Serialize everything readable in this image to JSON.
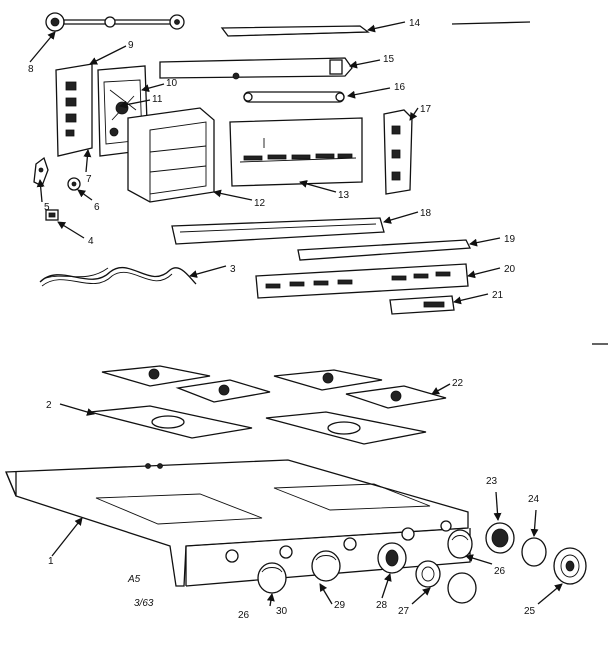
{
  "callouts": [
    {
      "id": "c1",
      "text": "1"
    },
    {
      "id": "c2",
      "text": "2"
    },
    {
      "id": "c3",
      "text": "3"
    },
    {
      "id": "c4",
      "text": "4"
    },
    {
      "id": "c5",
      "text": "5"
    },
    {
      "id": "c6",
      "text": "6"
    },
    {
      "id": "c7",
      "text": "7"
    },
    {
      "id": "c8",
      "text": "8"
    },
    {
      "id": "c9",
      "text": "9"
    },
    {
      "id": "c10",
      "text": "10"
    },
    {
      "id": "c11",
      "text": "11"
    },
    {
      "id": "c12",
      "text": "12"
    },
    {
      "id": "c13",
      "text": "13"
    },
    {
      "id": "c14",
      "text": "14"
    },
    {
      "id": "c15",
      "text": "15"
    },
    {
      "id": "c16",
      "text": "16"
    },
    {
      "id": "c17",
      "text": "17"
    },
    {
      "id": "c18",
      "text": "18"
    },
    {
      "id": "c19",
      "text": "19"
    },
    {
      "id": "c20",
      "text": "20"
    },
    {
      "id": "c21",
      "text": "21"
    },
    {
      "id": "c22",
      "text": "22"
    },
    {
      "id": "c23",
      "text": "23"
    },
    {
      "id": "c24",
      "text": "24"
    },
    {
      "id": "c25",
      "text": "25"
    },
    {
      "id": "c26a",
      "text": "26"
    },
    {
      "id": "c26b",
      "text": "26"
    },
    {
      "id": "c27",
      "text": "27"
    },
    {
      "id": "c28",
      "text": "28"
    },
    {
      "id": "c29",
      "text": "29"
    },
    {
      "id": "c30",
      "text": "30"
    }
  ],
  "notes": {
    "code": "A5",
    "date": "3/63"
  }
}
